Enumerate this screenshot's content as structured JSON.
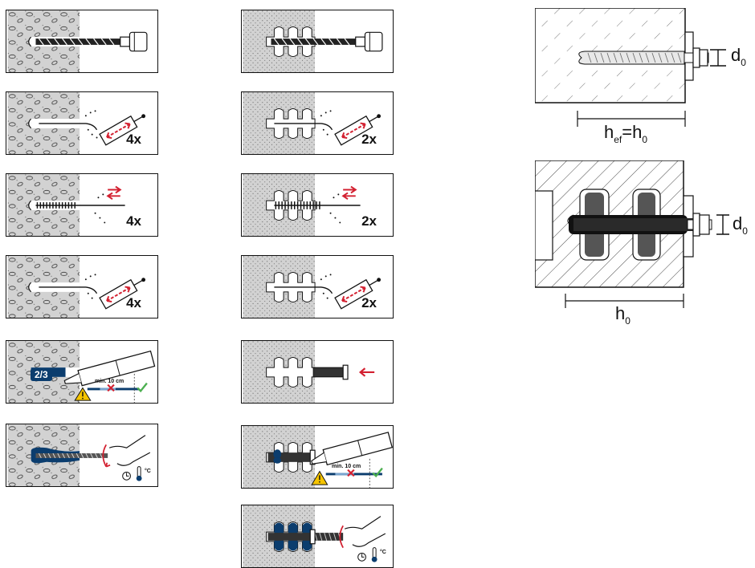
{
  "column_left": {
    "steps": [
      {
        "count": ""
      },
      {
        "count": "4x"
      },
      {
        "count": "4x"
      },
      {
        "count": "4x"
      },
      {
        "fill_tag": "2/3",
        "min_label": "min. 10 cm"
      },
      {
        "temp_unit": "°C"
      }
    ]
  },
  "column_middle": {
    "steps": [
      {
        "count": ""
      },
      {
        "count": "2x"
      },
      {
        "count": "2x"
      },
      {
        "count": "2x"
      },
      {
        "count": ""
      },
      {
        "min_label": "min. 10 cm"
      },
      {
        "temp_unit": "°C"
      }
    ]
  },
  "right_diagrams": {
    "top": {
      "diameter_label": "d",
      "diameter_sub": "0",
      "depth_label": "h",
      "depth_sub1": "ef",
      "depth_eq": "=h",
      "depth_sub2": "0"
    },
    "bottom": {
      "diameter_label": "d",
      "diameter_sub": "0",
      "depth_label": "h",
      "depth_sub": "0"
    }
  },
  "colors": {
    "arrow_red": "#d32030",
    "tag_blue": "#0b3d6e",
    "check_green": "#4caf50",
    "warning_yellow": "#f5c400",
    "concrete": "#cfcfcf"
  }
}
